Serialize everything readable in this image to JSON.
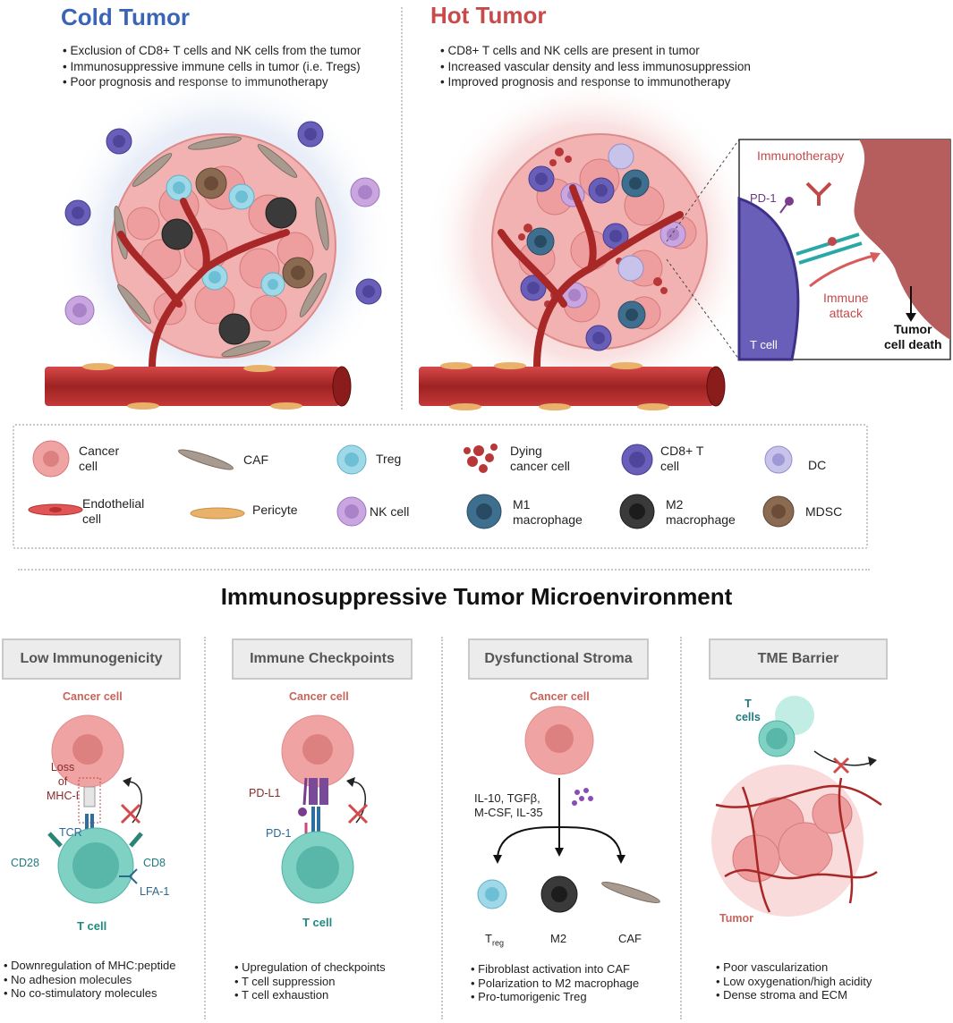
{
  "cold": {
    "title": "Cold Tumor",
    "bullets": [
      "Exclusion of CD8+ T cells and NK cells from the tumor",
      "Immunosuppressive immune cells in tumor (i.e. Tregs)",
      "Poor prognosis and response to immunotherapy"
    ]
  },
  "hot": {
    "title": "Hot Tumor",
    "bullets": [
      "CD8+ T cells and NK cells are present in tumor",
      "Increased vascular density and less immunosuppression",
      "Improved prognosis and response to immunotherapy"
    ]
  },
  "inset": {
    "immunotherapy": "Immunotherapy",
    "pd1": "PD-1",
    "immune_attack_1": "Immune",
    "immune_attack_2": "attack",
    "t_cell": "T cell",
    "tumor_death_1": "Tumor",
    "tumor_death_2": "cell death"
  },
  "legend": {
    "cancer_cell_1": "Cancer",
    "cancer_cell_2": "cell",
    "caf": "CAF",
    "treg": "Treg",
    "dying_1": "Dying",
    "dying_2": "cancer cell",
    "cd8_1": "CD8+ T",
    "cd8_2": "cell",
    "dc": "DC",
    "endo_1": "Endothelial",
    "endo_2": "cell",
    "pericyte": "Pericyte",
    "nk": "NK cell",
    "m1_1": "M1",
    "m1_2": "macrophage",
    "m2_1": "M2",
    "m2_2": "macrophage",
    "mdsc": "MDSC"
  },
  "main_title": "Immunosuppressive Tumor Microenvironment",
  "panels": [
    {
      "title": "Low Immunogenicity",
      "cancer_cell": "Cancer cell",
      "loss_1": "Loss",
      "loss_2": "of",
      "loss_3": "MHC-I",
      "tcr": "TCR",
      "cd28": "CD28",
      "cd8": "CD8",
      "lfa1": "LFA-1",
      "t_cell": "T cell",
      "bullets": [
        "Downregulation of MHC:peptide",
        "No adhesion molecules",
        "No co-stimulatory molecules"
      ]
    },
    {
      "title": "Immune Checkpoints",
      "cancer_cell": "Cancer cell",
      "pdl1": "PD-L1",
      "pd1": "PD-1",
      "t_cell": "T cell",
      "bullets": [
        "Upregulation of checkpoints",
        "T cell suppression",
        "T cell exhaustion"
      ]
    },
    {
      "title": "Dysfunctional Stroma",
      "cancer_cell": "Cancer cell",
      "cytokines_1": "IL-10, TGFβ,",
      "cytokines_2": "M-CSF, IL-35",
      "treg_t": "T",
      "treg_sub": "reg",
      "m2": "M2",
      "caf": "CAF",
      "bullets": [
        "Fibroblast activation into CAF",
        "Polarization to M2 macrophage",
        "Pro-tumorigenic Treg"
      ]
    },
    {
      "title": "TME Barrier",
      "t_cells_1": "T",
      "t_cells_2": "cells",
      "tumor": "Tumor",
      "bullets": [
        "Poor vascularization",
        "Low oxygenation/high acidity",
        "Dense stroma and ECM"
      ]
    }
  ],
  "colors": {
    "cold_title": "#3a64b8",
    "hot_title": "#c84a4a",
    "cancer_cell": "#f0a3a3",
    "vessel": "#b22f2f",
    "cd8": "#6a5fb8",
    "treg": "#9fd9e8",
    "nk": "#c9a6e0",
    "m2": "#3a3a3a",
    "m1": "#3f6f8f",
    "mdsc": "#8a6a50",
    "caf": "#a2948a",
    "t_cell_teal": "#7fd1c3"
  }
}
